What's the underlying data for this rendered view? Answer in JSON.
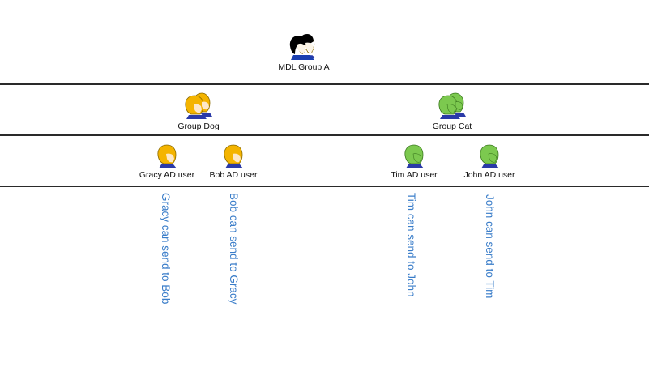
{
  "diagram": {
    "top_group": {
      "label": "MDL Group A",
      "icon": "group-black-icon",
      "color": "#111111",
      "accent": "#1a3fb0"
    },
    "groups": [
      {
        "label": "Group Dog",
        "icon": "group-yellow-icon",
        "color": "#f4b400"
      },
      {
        "label": "Group Cat",
        "icon": "group-green-icon",
        "color": "#7cc94f"
      }
    ],
    "users": [
      {
        "label": "Gracy AD user",
        "group": "Group Dog",
        "color": "#f4b400"
      },
      {
        "label": "Bob AD user",
        "group": "Group Dog",
        "color": "#f4b400"
      },
      {
        "label": "Tim AD user",
        "group": "Group Cat",
        "color": "#7cc94f"
      },
      {
        "label": "John AD user",
        "group": "Group Cat",
        "color": "#7cc94f"
      }
    ],
    "permissions": [
      "Gracy can send to Bob",
      "Bob can send to Gracy",
      "Tim can send to John",
      "John can send to Tim"
    ],
    "permission_text_color": "#3a7dc9"
  }
}
